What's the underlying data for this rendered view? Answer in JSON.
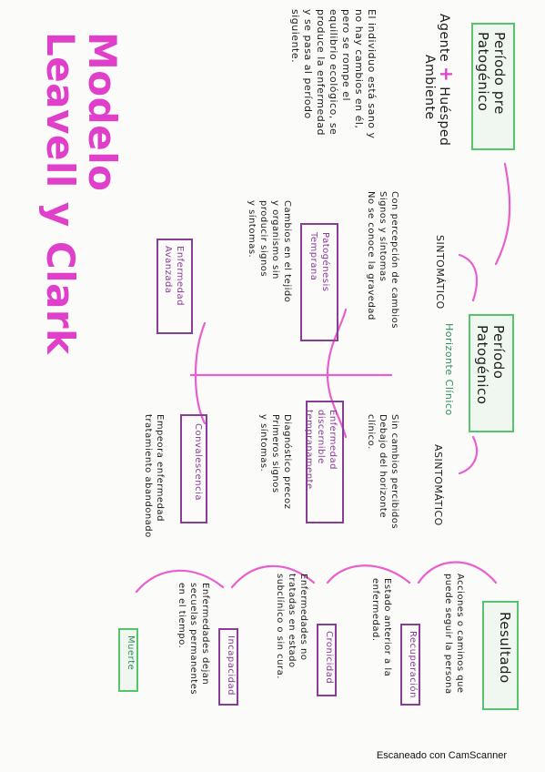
{
  "title": {
    "line1": "Modelo",
    "line2": "Leavell y Clark"
  },
  "prepatogenico": {
    "heading": "Período pre Patogénico",
    "factors_a": "Agente",
    "plus": "+",
    "factors_b": "Huésped",
    "factors_c": "Ambiente",
    "desc": [
      "El individuo está sano y",
      "no hay cambios en él,",
      "pero se rompe el",
      "equilibrio ecológico, se",
      "produce la enfermedad",
      "y se pasa al período",
      "siguiente."
    ]
  },
  "patogenico": {
    "heading": "Período Patogénico",
    "horizon": "Horizonte Clínico",
    "sintomatico": {
      "label": "SINTOMÁTICO",
      "desc": [
        "Con percepción de cambios",
        "Signos y síntomas",
        "No se conoce la gravedad"
      ]
    },
    "asintomatico": {
      "label": "ASINTOMÁTICO",
      "desc": [
        "Sin cambios percibidos",
        "Debajo del horizonte",
        "clínico."
      ]
    },
    "stages": [
      {
        "box": "Enfermedad Avanzada",
        "desc": []
      },
      {
        "box": "Patogénesis Temprana",
        "desc": [
          "Cambios en el tejido",
          "y organismo sin",
          "producir signos",
          "y síntomas."
        ]
      },
      {
        "box": "Convalescencia",
        "desc": [
          "Empeora enfermedad",
          "tratamiento abandonado"
        ]
      },
      {
        "box": "Enfermedad discernible tempranamente",
        "desc": [
          "Diagnóstico precoz",
          "Primeros signos",
          "y síntomas."
        ]
      }
    ]
  },
  "resultado": {
    "heading": "Resultado",
    "intro": [
      "Acciones o caminos que",
      "puede seguir la persona"
    ],
    "items": [
      {
        "box": "Recuperación",
        "desc": [
          "Estado anterior a la",
          "enfermedad."
        ]
      },
      {
        "box": "Cronicidad",
        "desc": [
          "Enfermedades no",
          "tratadas en estado",
          "subclínico o sin cura."
        ]
      },
      {
        "box": "Incapacidad",
        "desc": [
          "Enfermedades dejan",
          "secuelas permanentes",
          "en el tiempo."
        ]
      },
      {
        "box": "Muerte",
        "desc": []
      }
    ]
  },
  "footer": {
    "scan_text": "Escaneado con CamScanner"
  },
  "colors": {
    "green": "#55c46a",
    "purple": "#8a3d96",
    "pink": "#e040c9",
    "ink": "#1d1d1d"
  }
}
